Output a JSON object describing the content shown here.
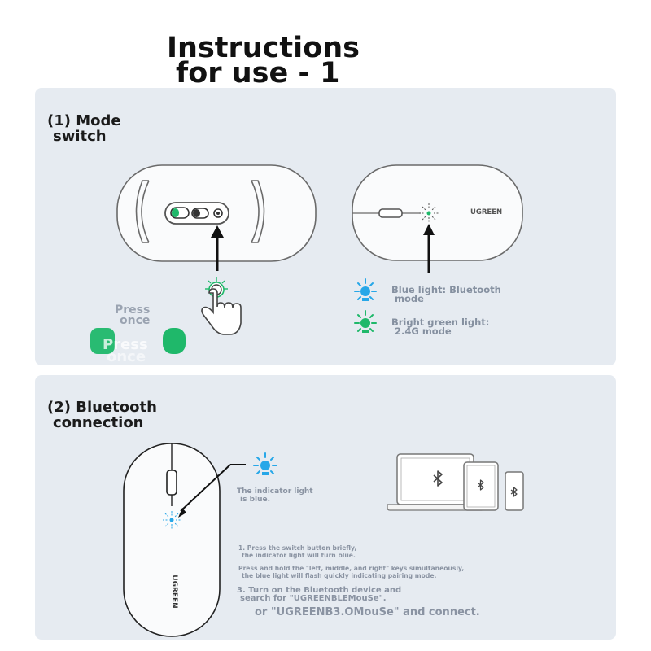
{
  "page": {
    "title_line1": "Instructions",
    "title_line2": "for use - 1"
  },
  "mode_switch": {
    "title_line1": "(1) Mode",
    "title_line2": "switch",
    "press_line1": "Press",
    "press_line2": "once",
    "press_overlay_line1": "Press",
    "press_overlay_line2": "once",
    "mouse_brand": "UGREEN",
    "blue_light_line1": "Blue light: Bluetooth",
    "blue_light_line2": "mode",
    "green_light_line1": "Bright green light:",
    "green_light_line2": "2.4G mode"
  },
  "bluetooth": {
    "title_line1": "(2) Bluetooth",
    "title_line2": "connection",
    "mouse_brand": "UGREEN",
    "indicator_line1": "The indicator light",
    "indicator_line2": "is blue.",
    "step1_line1": "1. Press the switch button briefly,",
    "step1_line2": "the indicator light will turn blue.",
    "step2_line1": "Press and hold the \"left, middle, and right\" keys simultaneously,",
    "step2_line2": "the blue light will flash quickly indicating pairing mode.",
    "step3_line1": "3. Turn on the Bluetooth device and",
    "step3_line2": "search for \"UGREENBLEMouSe\".",
    "step4": "or \"UGREENB3.OMouSe\" and connect."
  },
  "colors": {
    "blue_light": "#27a7e8",
    "green_light": "#1fb86a",
    "panel_bg": "#e6ebf1",
    "outline": "#555555"
  }
}
